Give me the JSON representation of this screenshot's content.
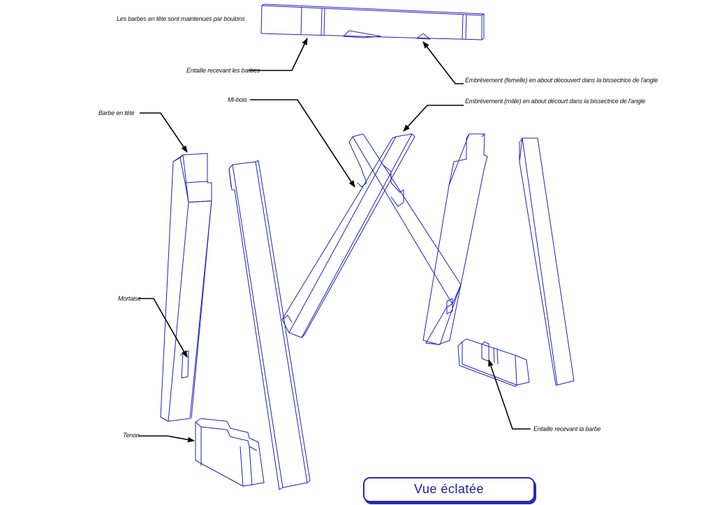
{
  "labels": {
    "bolts_note": "Les barbes en tête sont maintenues par boulons",
    "notch_barbs": "Entaille recevant les barbes",
    "female_housing": "Embrèvement (femelle) en about découvert dans la bissectrice de l'angle",
    "half_lap": "Mi-bois",
    "male_housing": "Embrèvement (mâle) en about décourt dans la bissectrice de l'angle",
    "barb_head": "Barbe en tête",
    "mortise": "Mortaise",
    "tenon": "Tenon",
    "notch_barb": "Entaille recevant la barbe"
  },
  "title": "Vue éclatée",
  "colors": {
    "line": "#1f1fbf",
    "leader": "#000000",
    "title": "#1a1aa0"
  }
}
